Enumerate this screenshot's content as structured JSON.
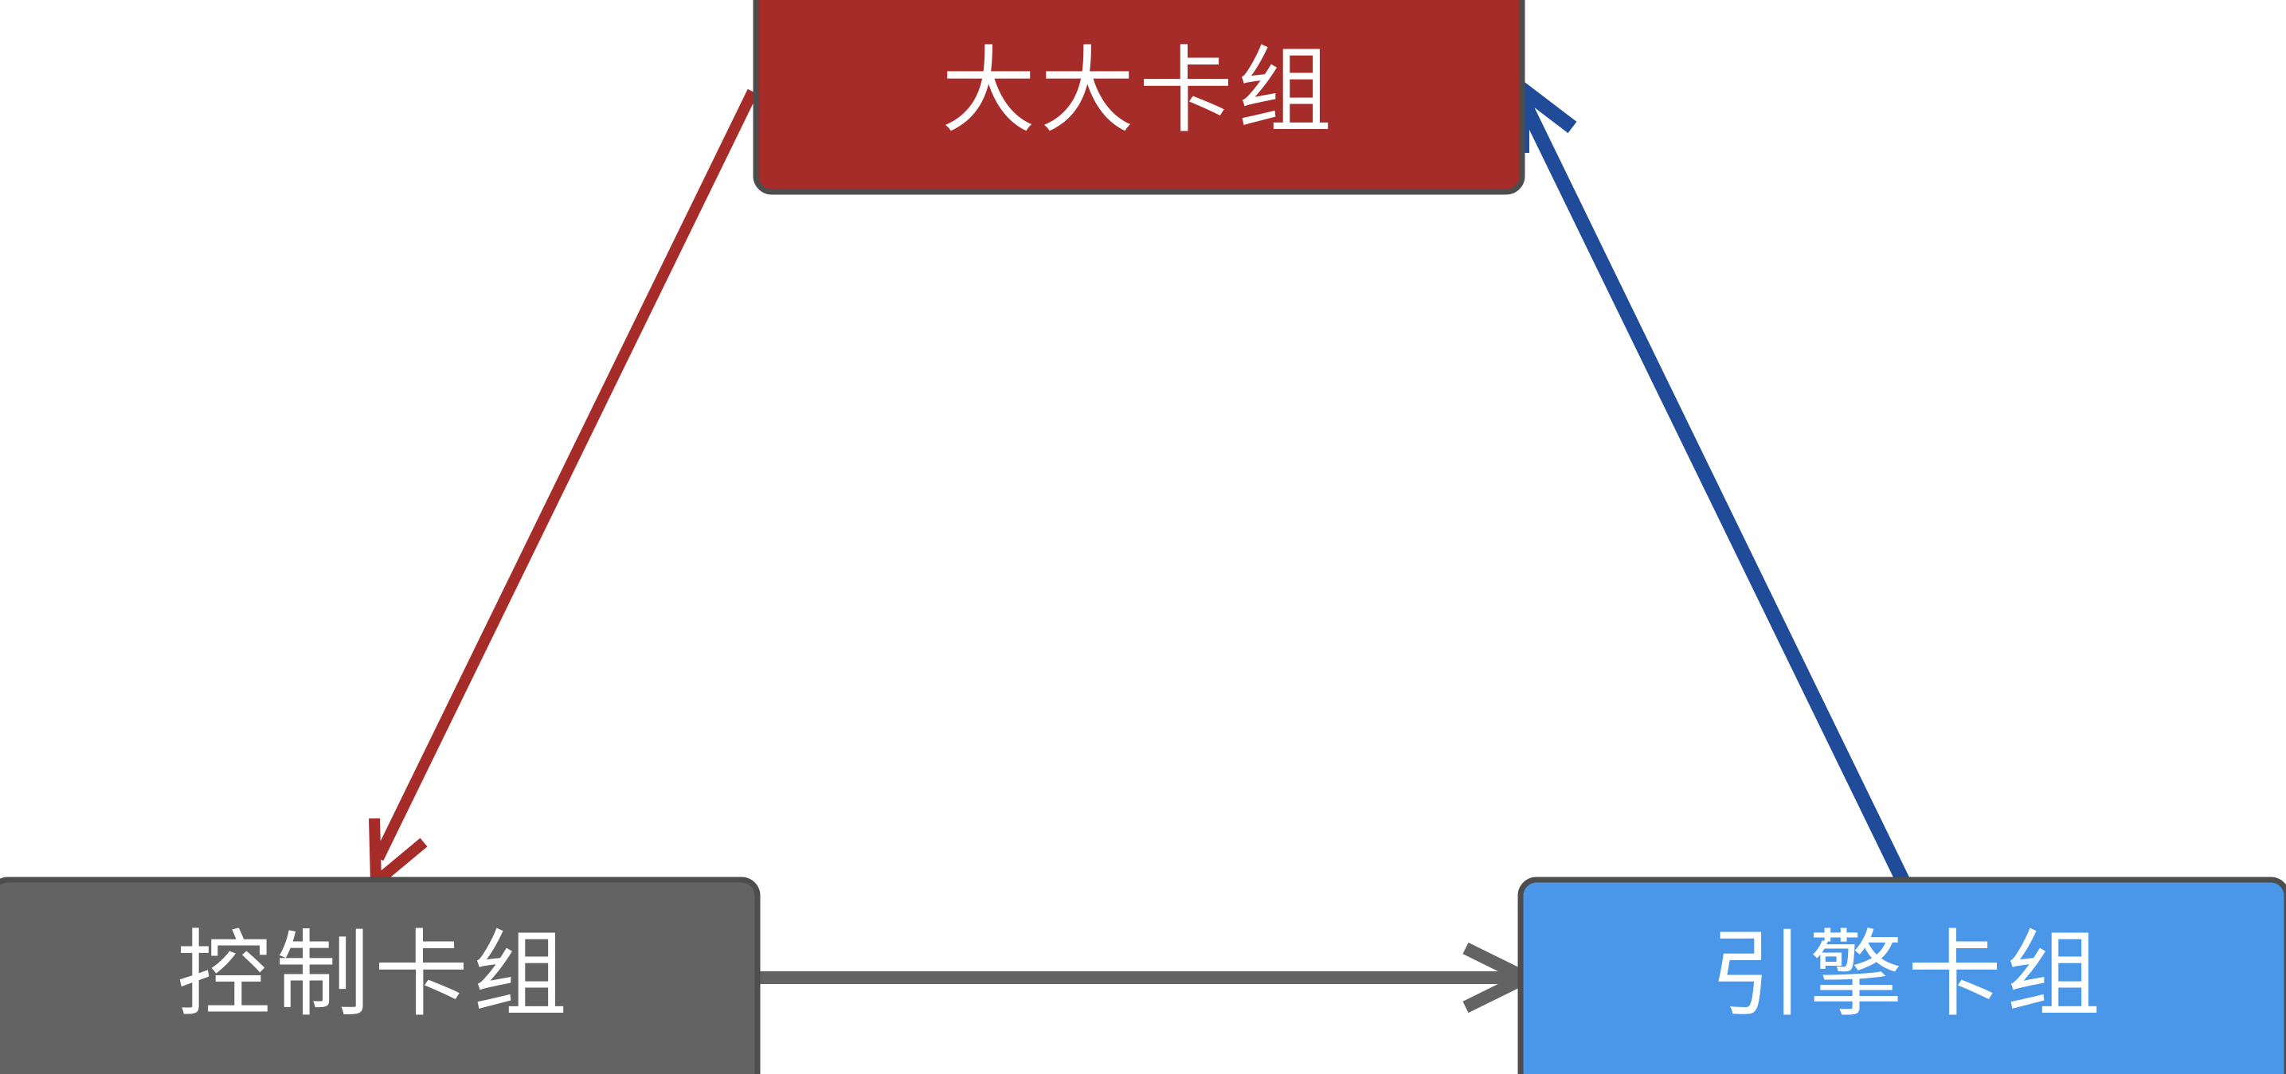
{
  "diagram": {
    "nodes": {
      "top": {
        "label": "大大卡组",
        "fill": "#A62C29",
        "stroke": "#4D4D4D"
      },
      "bottom_left": {
        "label": "控制卡组",
        "fill": "#636363",
        "stroke": "#4D4D4D"
      },
      "bottom_right": {
        "label": "引擎卡组",
        "fill": "#4A96E8",
        "stroke": "#4D4D4D"
      }
    },
    "edges": [
      {
        "from": "top",
        "to": "bottom_left",
        "color": "#A62C29"
      },
      {
        "from": "bottom_left",
        "to": "bottom_right",
        "color": "#636363"
      },
      {
        "from": "bottom_right",
        "to": "top",
        "color": "#1F4B99"
      }
    ]
  }
}
